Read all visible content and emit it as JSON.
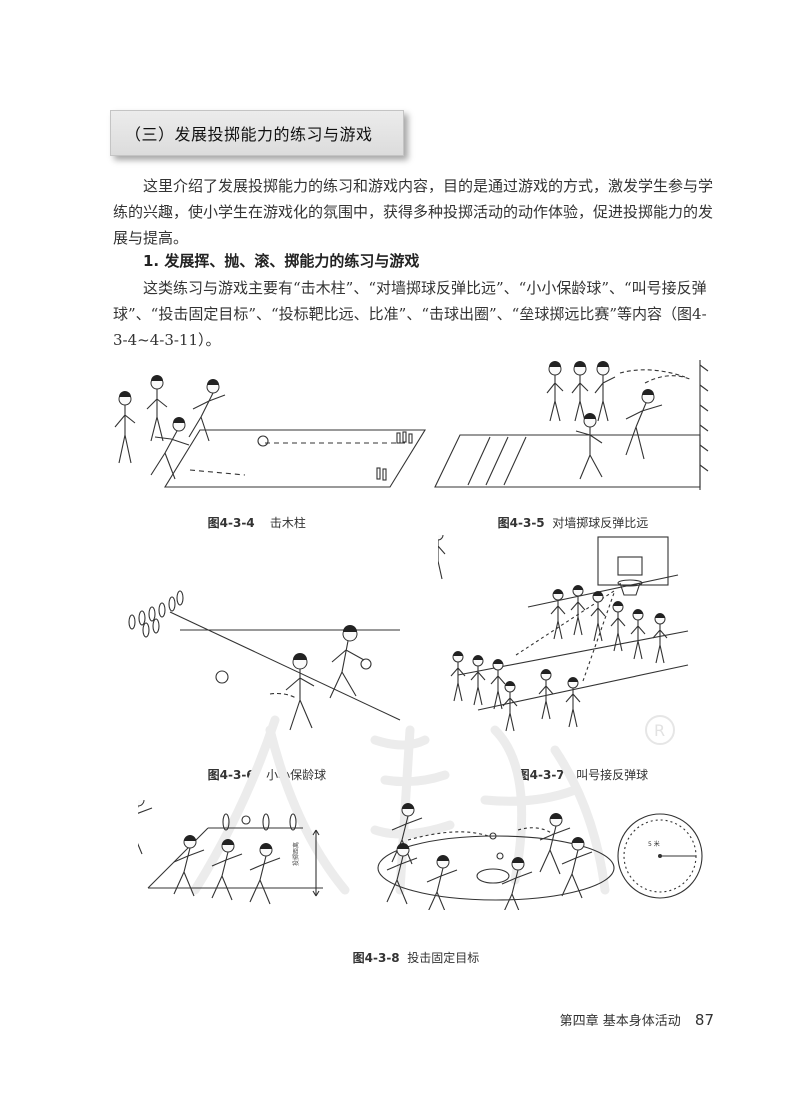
{
  "section": {
    "title": "（三）发展投掷能力的练习与游戏"
  },
  "intro": {
    "text": "这里介绍了发展投掷能力的练习和游戏内容，目的是通过游戏的方式，激发学生参与学练的兴趣，使小学生在游戏化的氛围中，获得多种投掷活动的动作体验，促进投掷能力的发展与提高。"
  },
  "subsection": {
    "heading": "1. 发展挥、抛、滚、掷能力的练习与游戏",
    "text": "这类练习与游戏主要有“击木柱”、“对墙掷球反弹比远”、“小小保龄球”、“叫号接反弹球”、“投击固定目标”、“投标靶比远、比准”、“击球出圈”、“垒球掷远比赛”等内容（图4-3-4~4-3-11）。"
  },
  "figures": [
    {
      "label": "图4-3-4",
      "title": "击木柱"
    },
    {
      "label": "图4-3-5",
      "title": "对墙掷球反弹比远"
    },
    {
      "label": "图4-3-6",
      "title": "小小保龄球"
    },
    {
      "label": "图4-3-7",
      "title": "叫号接反弹球"
    },
    {
      "label": "图4-3-8",
      "title": "投击固定目标"
    }
  ],
  "figure_annotations": {
    "radius": "5 米"
  },
  "footer": {
    "chapter": "第四章  基本身体活动",
    "page": "87"
  }
}
